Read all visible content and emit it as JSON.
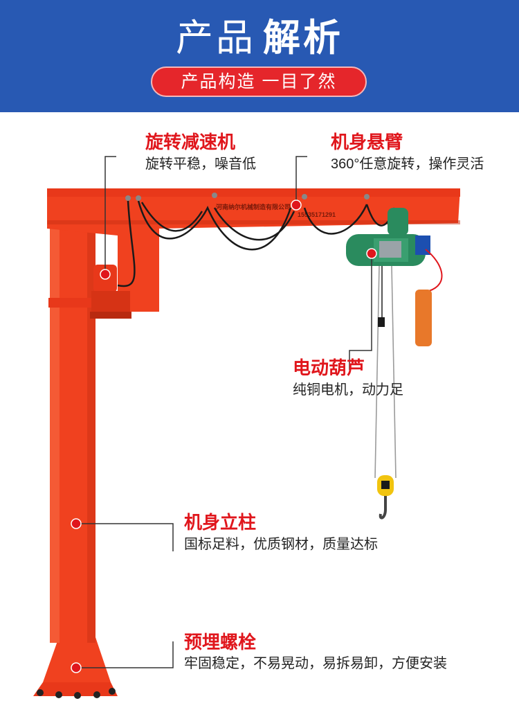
{
  "header": {
    "title_thin": "产品",
    "title_bold": "解析",
    "subtitle": "产品构造 一目了然"
  },
  "colors": {
    "header_bg": "#2859b3",
    "accent_red": "#e0161c",
    "crane_orange": "#f0411f",
    "motor_green": "#2a8b5e"
  },
  "crane_plate": {
    "text": "河南纳尔机械制造有限公司",
    "phone": "15535171291"
  },
  "callouts": [
    {
      "title": "旋转减速机",
      "desc": "旋转平稳，噪音低"
    },
    {
      "title": "机身悬臂",
      "desc": "360°任意旋转，操作灵活"
    },
    {
      "title": "电动葫芦",
      "desc": "纯铜电机，动力足"
    },
    {
      "title": "机身立柱",
      "desc": "国标足料，优质钢材，质量达标"
    },
    {
      "title": "预埋螺栓",
      "desc": "牢固稳定，不易晃动，易拆易卸，方便安装"
    }
  ]
}
